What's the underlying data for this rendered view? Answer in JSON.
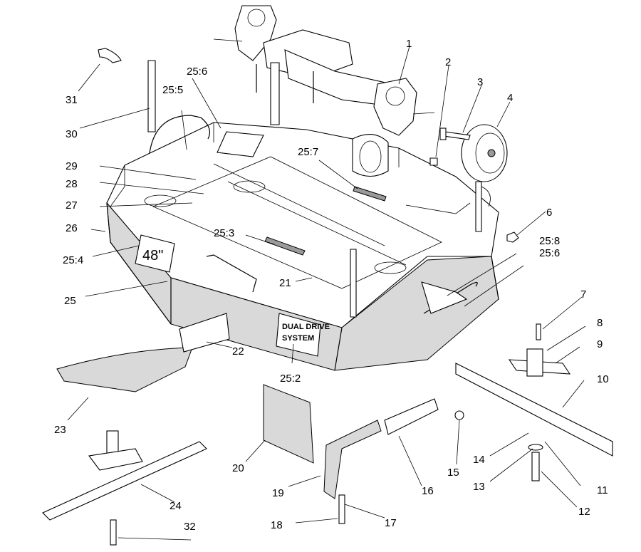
{
  "decal": {
    "size_mark": "48\"",
    "dual": "DUAL DRIVE",
    "system": "SYSTEM"
  },
  "callouts": [
    {
      "id": "c1",
      "text": "1"
    },
    {
      "id": "c2",
      "text": "2"
    },
    {
      "id": "c3",
      "text": "3"
    },
    {
      "id": "c4",
      "text": "4"
    },
    {
      "id": "c6",
      "text": "6"
    },
    {
      "id": "c7",
      "text": "7"
    },
    {
      "id": "c8",
      "text": "8"
    },
    {
      "id": "c9",
      "text": "9"
    },
    {
      "id": "c10",
      "text": "10"
    },
    {
      "id": "c11",
      "text": "11"
    },
    {
      "id": "c12",
      "text": "12"
    },
    {
      "id": "c13",
      "text": "13"
    },
    {
      "id": "c14",
      "text": "14"
    },
    {
      "id": "c15",
      "text": "15"
    },
    {
      "id": "c16",
      "text": "16"
    },
    {
      "id": "c17",
      "text": "17"
    },
    {
      "id": "c18",
      "text": "18"
    },
    {
      "id": "c19",
      "text": "19"
    },
    {
      "id": "c20",
      "text": "20"
    },
    {
      "id": "c21",
      "text": "21"
    },
    {
      "id": "c22",
      "text": "22"
    },
    {
      "id": "c23",
      "text": "23"
    },
    {
      "id": "c24",
      "text": "24"
    },
    {
      "id": "c25",
      "text": "25"
    },
    {
      "id": "c25_2",
      "text": "25:2"
    },
    {
      "id": "c25_3",
      "text": "25:3"
    },
    {
      "id": "c25_4",
      "text": "25:4"
    },
    {
      "id": "c25_5",
      "text": "25:5"
    },
    {
      "id": "c25_6a",
      "text": "25:6"
    },
    {
      "id": "c25_6b",
      "text": "25:6"
    },
    {
      "id": "c25_7",
      "text": "25:7"
    },
    {
      "id": "c25_8",
      "text": "25:8"
    },
    {
      "id": "c26",
      "text": "26"
    },
    {
      "id": "c27",
      "text": "27"
    },
    {
      "id": "c28",
      "text": "28"
    },
    {
      "id": "c29",
      "text": "29"
    },
    {
      "id": "c30",
      "text": "30"
    },
    {
      "id": "c31",
      "text": "31"
    },
    {
      "id": "c32",
      "text": "32"
    }
  ]
}
